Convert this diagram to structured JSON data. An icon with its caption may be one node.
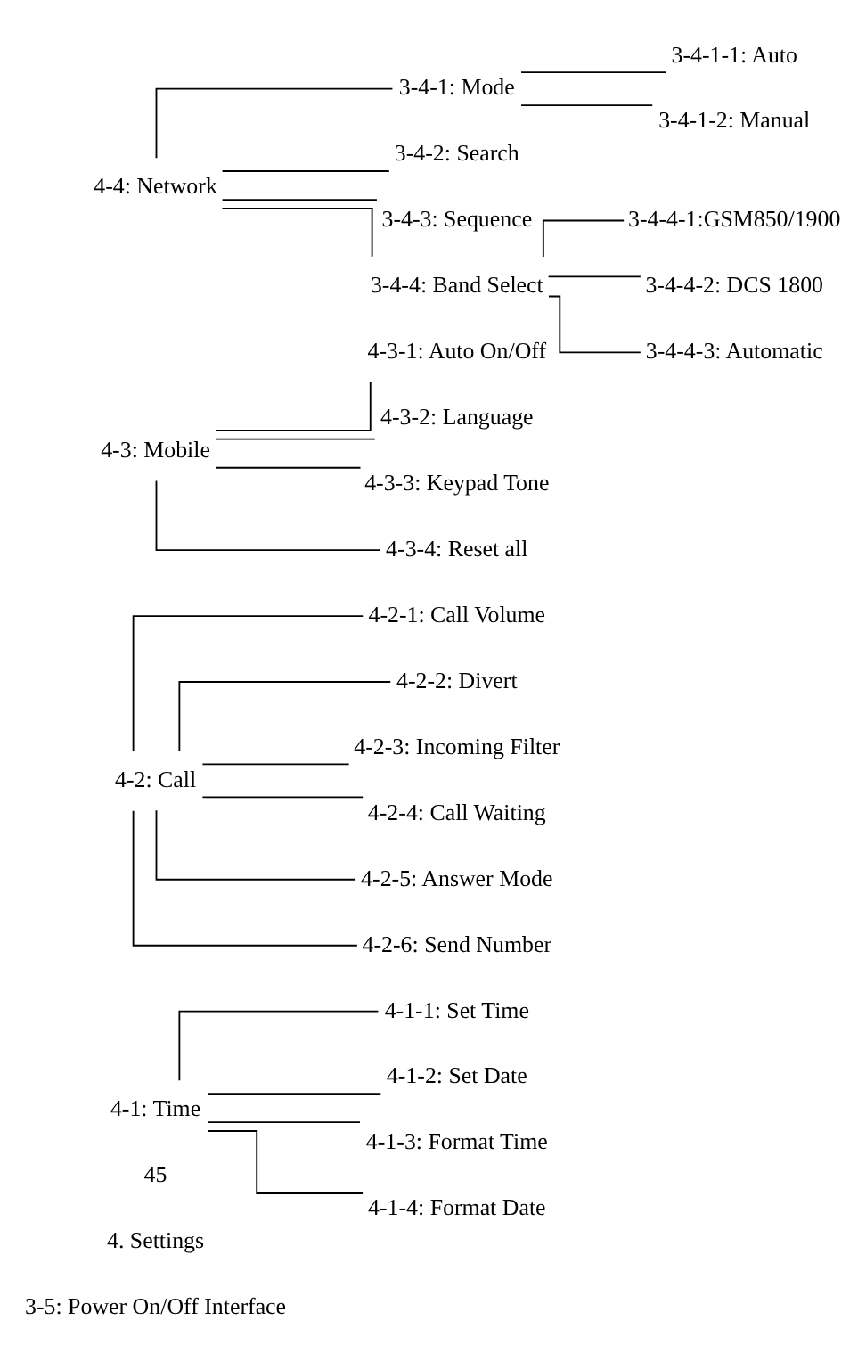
{
  "diagram": {
    "nodes": [
      {
        "text": [
          "4-1: Time"
        ]
      },
      {
        "text": [
          "4-1-1: Set Time"
        ]
      },
      {
        "text": [
          "4-1-2: Set Date"
        ]
      },
      {
        "text": [
          "4-1-3: Format Time"
        ]
      },
      {
        "text": [
          "4-1-4: Format Date"
        ]
      },
      {
        "text": [
          "4-2: Call"
        ]
      },
      {
        "text": [
          "4-2-1: Call Volume"
        ]
      },
      {
        "text": [
          "4-2-2: Divert"
        ]
      },
      {
        "text": [
          "4-2-3: Incoming Filter"
        ]
      },
      {
        "text": [
          "4-2-4: Call Waiting"
        ]
      },
      {
        "text": [
          "4-2-5: Answer Mode"
        ]
      },
      {
        "text": [
          "4-2-6: Send Number"
        ]
      },
      {
        "text": [
          "4-3: Mobile"
        ]
      },
      {
        "text": [
          "4-3-1: Auto On/Off"
        ]
      },
      {
        "text": [
          "4-3-2: Language"
        ]
      },
      {
        "text": [
          "4-3-3: Keypad Tone"
        ]
      },
      {
        "text": [
          "4-3-4: Reset all"
        ]
      },
      {
        "text": [
          "4-4: Network"
        ]
      },
      {
        "text": [
          "3-4-1: Mode"
        ]
      },
      {
        "text": [
          "3-4-2: Search"
        ]
      },
      {
        "text": [
          "3-4-3: Sequence"
        ]
      },
      {
        "text": [
          "3-4-4: Band Select"
        ]
      },
      {
        "text": [
          "3-4-1-1: Auto"
        ]
      },
      {
        "text": [
          "3-4-1-2: Manual"
        ]
      },
      {
        "text": [
          "3-4-4-1:GSM850/1900"
        ]
      },
      {
        "text": [
          "3-4-4-2: DCS 1800"
        ]
      },
      {
        "text": [
          "3-4-4-3: Automatic"
        ]
      }
    ],
    "edges": [
      {
        "from": 0,
        "to": 1,
        "arrow": "none"
      },
      {
        "from": 0,
        "to": 2,
        "arrow": "none"
      },
      {
        "from": 0,
        "to": 3,
        "arrow": "none"
      },
      {
        "from": 0,
        "to": 4,
        "arrow": "none"
      },
      {
        "from": 5,
        "to": 6,
        "arrow": "none"
      },
      {
        "from": 5,
        "to": 7,
        "arrow": "none"
      },
      {
        "from": 5,
        "to": 8,
        "arrow": "none"
      },
      {
        "from": 5,
        "to": 9,
        "arrow": "none"
      },
      {
        "from": 5,
        "to": 10,
        "arrow": "none"
      },
      {
        "from": 5,
        "to": 11,
        "arrow": "none"
      },
      {
        "from": 12,
        "to": 13,
        "arrow": "none"
      },
      {
        "from": 12,
        "to": 14,
        "arrow": "none"
      },
      {
        "from": 12,
        "to": 15,
        "arrow": "none"
      },
      {
        "from": 12,
        "to": 16,
        "arrow": "none"
      },
      {
        "from": 17,
        "to": 18,
        "arrow": "none"
      },
      {
        "from": 17,
        "to": 19,
        "arrow": "none"
      },
      {
        "from": 17,
        "to": 20,
        "arrow": "none"
      },
      {
        "from": 17,
        "to": 21,
        "arrow": "none"
      },
      {
        "from": 18,
        "to": 22,
        "arrow": "none"
      },
      {
        "from": 18,
        "to": 23,
        "arrow": "none"
      },
      {
        "from": 21,
        "to": 24,
        "arrow": "none"
      },
      {
        "from": 21,
        "to": 25,
        "arrow": "none"
      },
      {
        "from": 21,
        "to": 26,
        "arrow": "none"
      }
    ],
    "labels": [
      "3-5: Power On/Off Interface",
      "4. Settings",
      "45"
    ]
  }
}
